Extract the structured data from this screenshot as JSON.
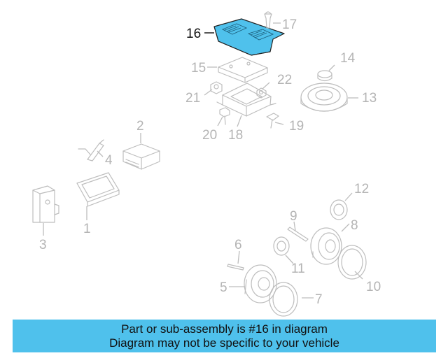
{
  "diagram": {
    "highlight_color": "#4fc1ec",
    "highlighted_callout": "16",
    "callouts": [
      "1",
      "2",
      "3",
      "4",
      "5",
      "6",
      "7",
      "8",
      "9",
      "10",
      "11",
      "12",
      "13",
      "14",
      "15",
      "16",
      "17",
      "18",
      "19",
      "20",
      "21",
      "22"
    ]
  },
  "banner": {
    "line1": "Part or sub-assembly is #16 in diagram",
    "line2": "Diagram may not be specific to your vehicle",
    "background": "#4fc1ec"
  }
}
